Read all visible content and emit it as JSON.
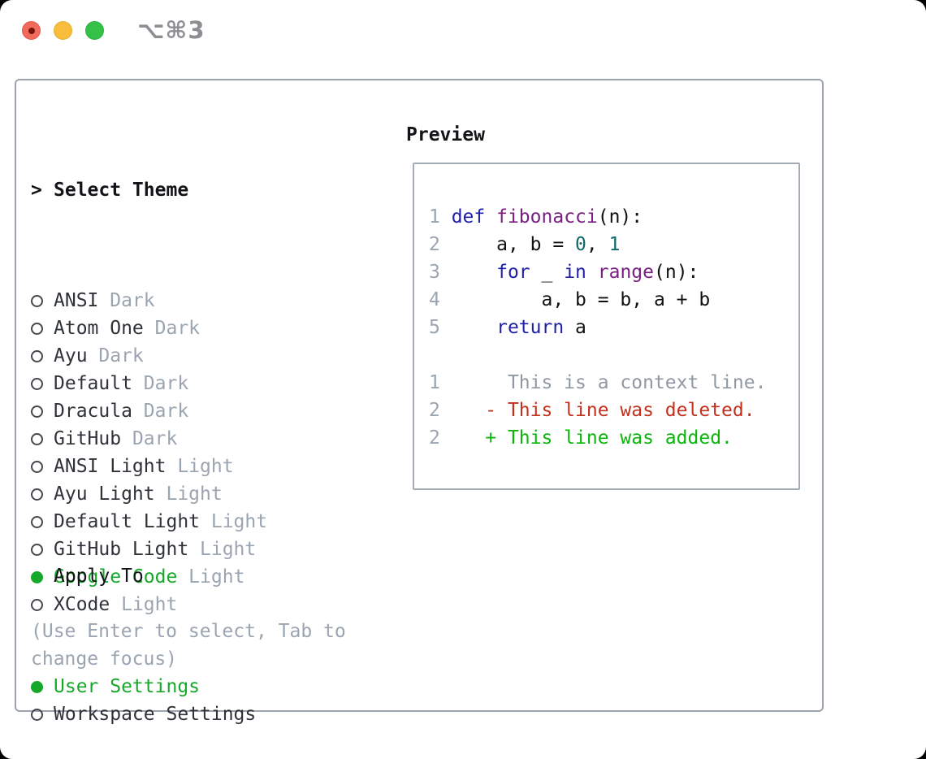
{
  "window": {
    "title": "⌥⌘3",
    "traffic_lights": [
      {
        "name": "close"
      },
      {
        "name": "minimize"
      },
      {
        "name": "zoom"
      }
    ]
  },
  "colors": {
    "accent_green": "#17a82b",
    "diff_red": "#c3301c",
    "diff_green": "#0cb50c",
    "keyword_blue": "#1f1fa8",
    "function_purple": "#781f80",
    "literal_teal": "#0e6968",
    "muted_gray": "#9aa5b1",
    "panel_border": "#9aa3ae"
  },
  "theme_selector": {
    "prompt": ">",
    "title": "Select Theme",
    "items": [
      {
        "name": "ANSI",
        "variant": "Dark",
        "selected": false
      },
      {
        "name": "Atom One",
        "variant": "Dark",
        "selected": false
      },
      {
        "name": "Ayu",
        "variant": "Dark",
        "selected": false
      },
      {
        "name": "Default",
        "variant": "Dark",
        "selected": false
      },
      {
        "name": "Dracula",
        "variant": "Dark",
        "selected": false
      },
      {
        "name": "GitHub",
        "variant": "Dark",
        "selected": false
      },
      {
        "name": "ANSI Light",
        "variant": "Light",
        "selected": false
      },
      {
        "name": "Ayu Light",
        "variant": "Light",
        "selected": false
      },
      {
        "name": "Default Light",
        "variant": "Light",
        "selected": false
      },
      {
        "name": "GitHub Light",
        "variant": "Light",
        "selected": false
      },
      {
        "name": "Google Code",
        "variant": "Light",
        "selected": true
      },
      {
        "name": "XCode",
        "variant": "Light",
        "selected": false
      }
    ]
  },
  "preview": {
    "title": "Preview",
    "code_lines": [
      {
        "num": "1 ",
        "tokens": [
          [
            "def",
            "kwd"
          ],
          [
            " ",
            "pln"
          ],
          [
            "fibonacci",
            "typ"
          ],
          [
            "(n):",
            "pln"
          ]
        ]
      },
      {
        "num": "2 ",
        "tokens": [
          [
            "    a, b = ",
            "pln"
          ],
          [
            "0",
            "lit"
          ],
          [
            ", ",
            "pln"
          ],
          [
            "1",
            "lit"
          ]
        ]
      },
      {
        "num": "3 ",
        "tokens": [
          [
            "    ",
            "pln"
          ],
          [
            "for",
            "kwd"
          ],
          [
            " _ ",
            "pln"
          ],
          [
            "in",
            "kwd"
          ],
          [
            " ",
            "pln"
          ],
          [
            "range",
            "typ"
          ],
          [
            "(n):",
            "pln"
          ]
        ]
      },
      {
        "num": "4 ",
        "tokens": [
          [
            "        a, b = b, a + b",
            "pln"
          ]
        ]
      },
      {
        "num": "5 ",
        "tokens": [
          [
            "    ",
            "pln"
          ],
          [
            "return",
            "kwd"
          ],
          [
            " a",
            "pln"
          ]
        ]
      }
    ],
    "diff_lines": [
      {
        "num": "1",
        "text": "      This is a context line.",
        "kind": "context"
      },
      {
        "num": "2",
        "text": "    - This line was deleted.",
        "kind": "deleted"
      },
      {
        "num": "2",
        "text": "    + This line was added.",
        "kind": "added"
      }
    ]
  },
  "apply_to": {
    "title": "Apply To",
    "options": [
      {
        "label": "User Settings",
        "selected": true
      },
      {
        "label": "Workspace Settings",
        "selected": false
      }
    ]
  },
  "help": {
    "lines": [
      "(Use Enter to select, Tab to",
      "change focus)"
    ]
  }
}
